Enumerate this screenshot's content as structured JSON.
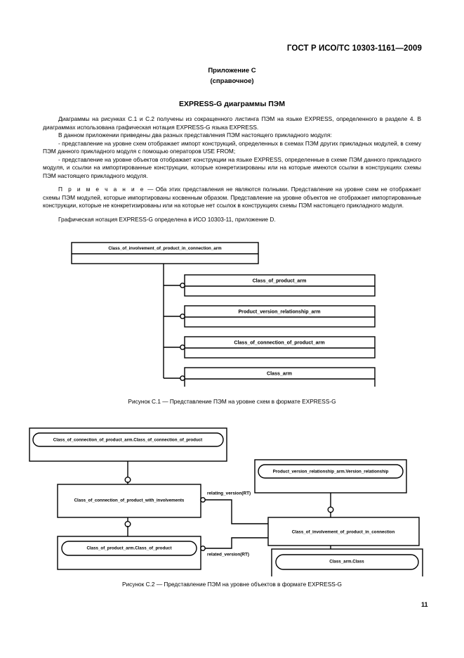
{
  "header": {
    "standard_title": "ГОСТ Р ИСО/ТС 10303-1161—2009"
  },
  "annex": {
    "title": "Приложение С",
    "subtitle": "(справочное)"
  },
  "section": {
    "title": "EXPRESS-G диаграммы ПЭМ"
  },
  "body": {
    "p1": "Диаграммы на рисунках С.1 и С.2 получены из сокращенного листинга ПЭМ на языке EXPRESS, определенного в разделе 4. В диаграммах использована графическая нотация EXPRESS-G языка EXPRESS.",
    "p2": "В данном приложении приведены два разных представления ПЭМ настоящего прикладного модуля:",
    "p3": "- представление на уровне схем отображает импорт конструкций, определенных в схемах ПЭМ других прикладных модулей, в схему ПЭМ данного прикладного модуля с помощью операторов USE FROM;",
    "p4": "- представление на уровне объектов отображает конструкции на языке EXPRESS, определенные в схеме ПЭМ данного прикладного модуля, и ссылки на импортированные конструкции, которые конкретизированы или на которые имеются ссылки в конструкциях схемы ПЭМ настоящего прикладного модуля.",
    "note_label": "П р и м е ч а н и е",
    "note_text": " — Оба этих представления не являются полными. Представление на уровне схем не отображает схемы ПЭМ модулей, которые импортированы косвенным образом. Представление на уровне объектов не отображает импортированные конструкции, которые не конкретизированы или на которые нет ссылок в конструкциях схемы ПЭМ настоящего прикладного модуля.",
    "p5": "Графическая нотация EXPRESS-G определена в ИСО 10303-11, приложение D."
  },
  "figure_c1": {
    "caption": "Рисунок С.1 — Представление ПЭМ на уровне схем в формате EXPRESS-G",
    "parent": "Class_of_involvement_of_product_in_connection_arm",
    "children": [
      "Class_of_product_arm",
      "Product_version_relationship_arm",
      "Class_of_connection_of_product_arm",
      "Class_arm"
    ]
  },
  "figure_c2": {
    "caption": "Рисунок С.2 — Представление ПЭМ на уровне объектов в формате EXPRESS-G",
    "nodes": {
      "top_left": "Class_of_connection_of_product_arm.Class_of_connection_of_product",
      "mid_left": "Class_of_connection_of_product_with_involvements",
      "bottom_left": "Class_of_product_arm.Class_of_product",
      "top_right": "Product_version_relationship_arm.Version_relationship",
      "mid_right": "Class_of_involvement_of_product_in_connection",
      "bottom_right": "Class_arm.Class"
    },
    "edges": [
      "relating_version(RT)",
      "related_version(RT)"
    ]
  },
  "footer": {
    "page_number": "11"
  }
}
